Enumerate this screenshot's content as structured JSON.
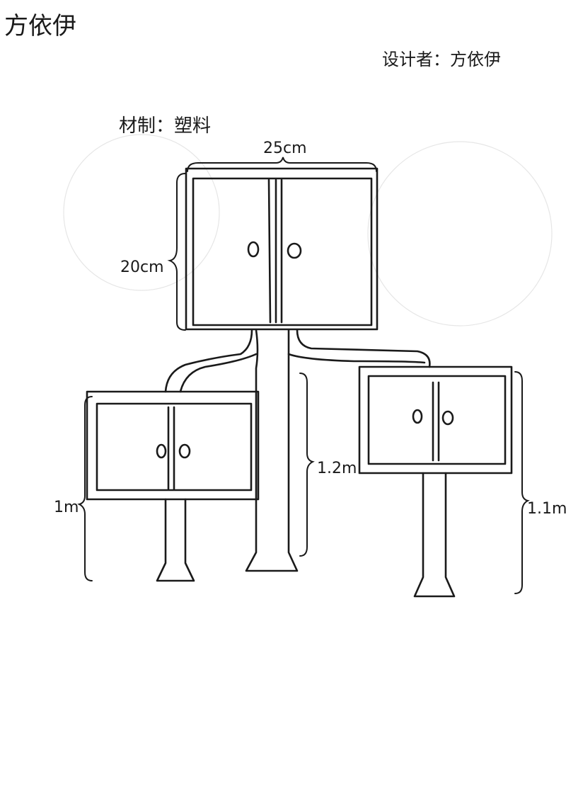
{
  "author_name": "方依伊",
  "designer_label": "设计者：方依伊",
  "material_label": "材制：塑料",
  "dimensions": {
    "width": "25cm",
    "height": "20cm",
    "left_height": "1m",
    "center_height": "1.2m",
    "right_height": "1.1m"
  },
  "colors": {
    "ink": "#1a1a1a",
    "paper": "#ffffff"
  }
}
